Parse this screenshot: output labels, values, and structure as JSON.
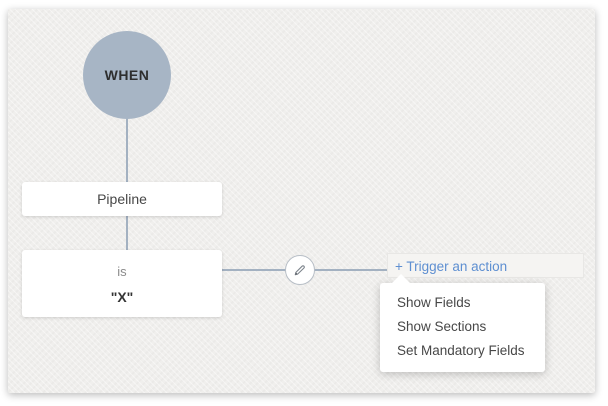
{
  "workflow": {
    "when_node": {
      "label": "WHEN"
    },
    "field_node": {
      "label": "Pipeline"
    },
    "condition_node": {
      "operator": "is",
      "value": "\"X\""
    },
    "trigger_link": {
      "label": "+ Trigger an action"
    }
  },
  "action_menu": {
    "items": [
      {
        "label": "Show Fields"
      },
      {
        "label": "Show Sections"
      },
      {
        "label": "Set Mandatory Fields"
      }
    ]
  },
  "icons": {
    "edit": "pencil-icon"
  },
  "colors": {
    "node_circle": "#a7b5c5",
    "connector_line": "#a3b1c1",
    "link_blue": "#5e8fd1",
    "canvas_background": "#f0efed",
    "node_background": "#ffffff",
    "text_dark": "#474747",
    "text_muted": "#8b8b8b"
  }
}
